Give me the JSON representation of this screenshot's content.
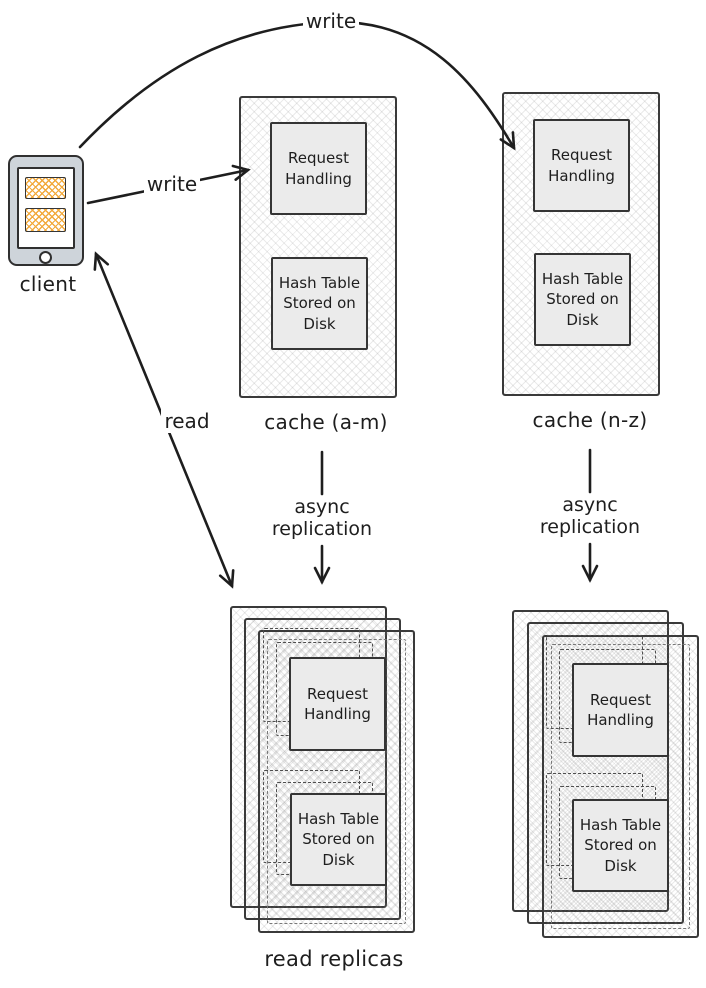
{
  "client": {
    "label": "client"
  },
  "caches": {
    "am": {
      "label": "cache (a-m)",
      "request_box": "Request Handling",
      "hash_box": "Hash Table Stored on Disk"
    },
    "nz": {
      "label": "cache (n-z)",
      "request_box": "Request Handling",
      "hash_box": "Hash Table Stored on Disk"
    }
  },
  "replicas": {
    "left": {
      "label": "read replicas",
      "request_box": "Request Handling",
      "hash_box": "Hash Table Stored on Disk"
    },
    "right": {
      "request_box": "Request Handling",
      "hash_box": "Hash Table Stored on Disk"
    }
  },
  "arrows": {
    "write_top": {
      "label": "write"
    },
    "write_left": {
      "label": "write"
    },
    "read": {
      "label": "read"
    },
    "async_left": {
      "label": "async replication"
    },
    "async_right": {
      "label": "async replication"
    }
  },
  "colors": {
    "stroke": "#1e1e1e",
    "node_fill": "#ebebeb",
    "phone_fill": "#ced4da",
    "accent_orange": "#f2a93b"
  }
}
